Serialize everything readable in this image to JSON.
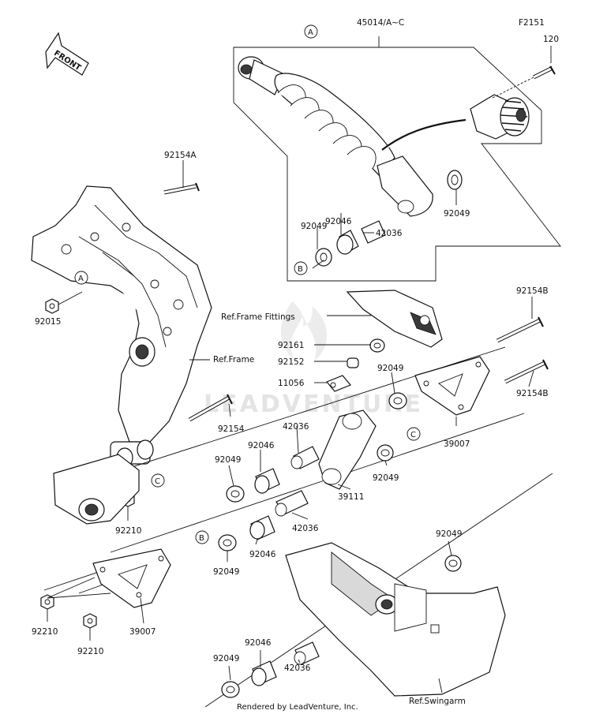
{
  "diagram": {
    "figure_code": "F2151",
    "front_arrow": "FRONT",
    "watermark": "LEADVENTURE",
    "footer": "Rendered by LeadVenture, Inc.",
    "ref_labels": {
      "frame_fittings": "Ref.Frame Fittings",
      "frame": "Ref.Frame",
      "swingarm": "Ref.Swingarm"
    },
    "callouts": {
      "a": "A",
      "b": "B",
      "c": "C"
    },
    "parts": [
      "45014/A~C",
      "120",
      "92154A",
      "92046",
      "92049",
      "42036",
      "92049",
      "92015",
      "92154B",
      "92161",
      "92152",
      "11056",
      "92049",
      "92154B",
      "92154",
      "42036",
      "92046",
      "92049",
      "39007",
      "92049",
      "39111",
      "92210",
      "42036",
      "92046",
      "92049",
      "92049",
      "92210",
      "39007",
      "92210",
      "92046",
      "42036",
      "92049"
    ]
  }
}
